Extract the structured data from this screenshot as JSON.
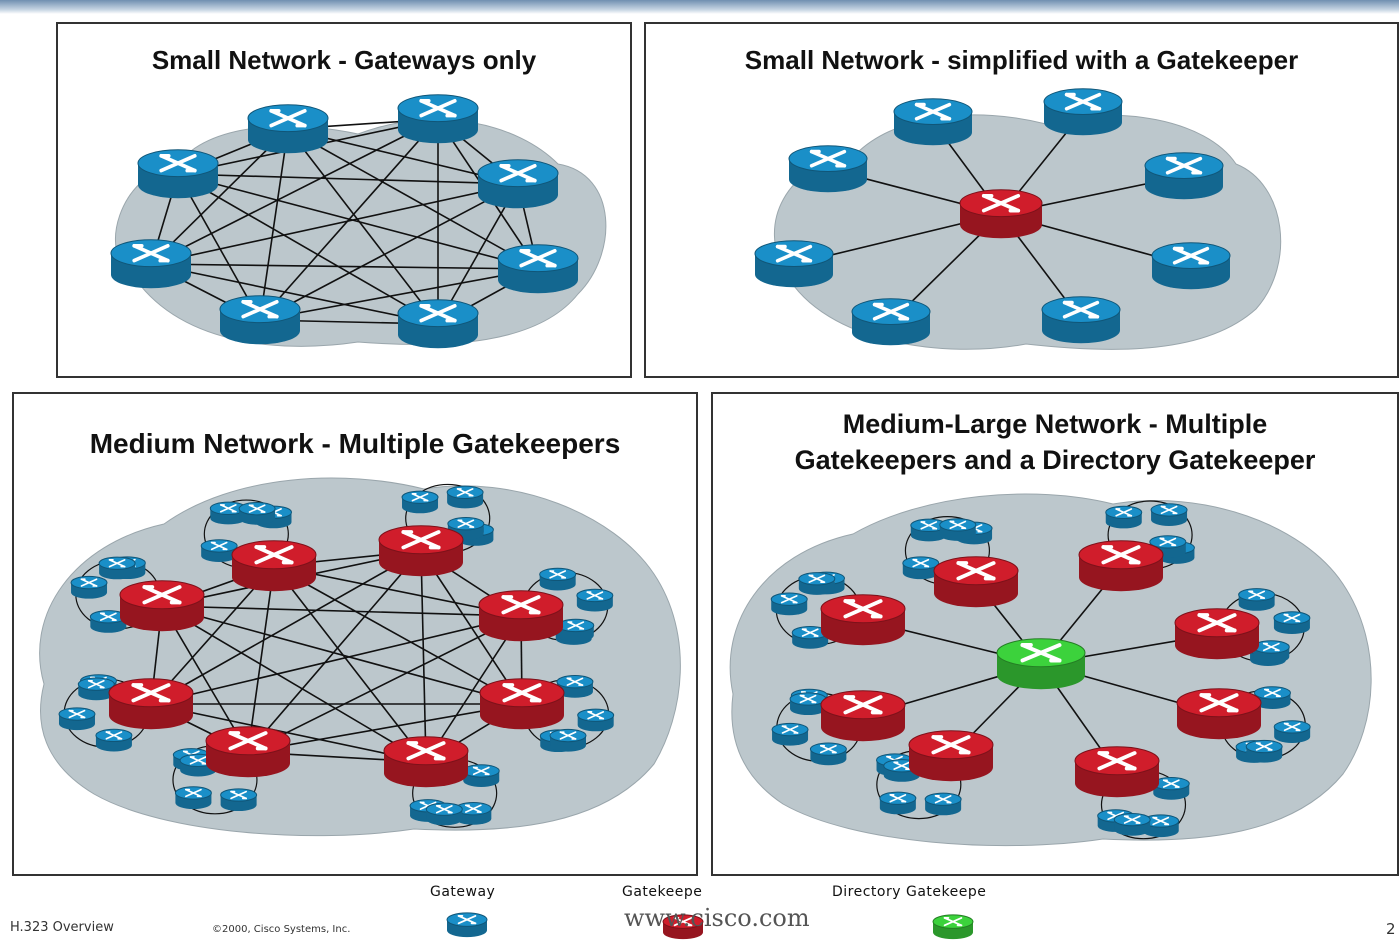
{
  "panels": [
    {
      "title": "Small Network - Gateways only"
    },
    {
      "title": "Small Network - simplified with a Gatekeeper"
    },
    {
      "title": "Medium Network - Multiple Gatekeepers"
    },
    {
      "title_line1": "Medium-Large Network - Multiple",
      "title_line2": "Gatekeepers and a Directory Gatekeeper"
    }
  ],
  "legend": {
    "gateway": "Gateway",
    "gatekeeper": "Gatekeepe",
    "directory_gatekeeper": "Directory Gatekeepe"
  },
  "footer": {
    "title": "H.323 Overview",
    "copyright": "©2000, Cisco Systems, Inc.",
    "website": "www.cisco.com",
    "page": "2"
  },
  "colors": {
    "gateway": "#1a8fc8",
    "gatekeeper": "#d01d2b",
    "directory_gatekeeper": "#3cd23c",
    "cloud": "#bcc7cc"
  }
}
